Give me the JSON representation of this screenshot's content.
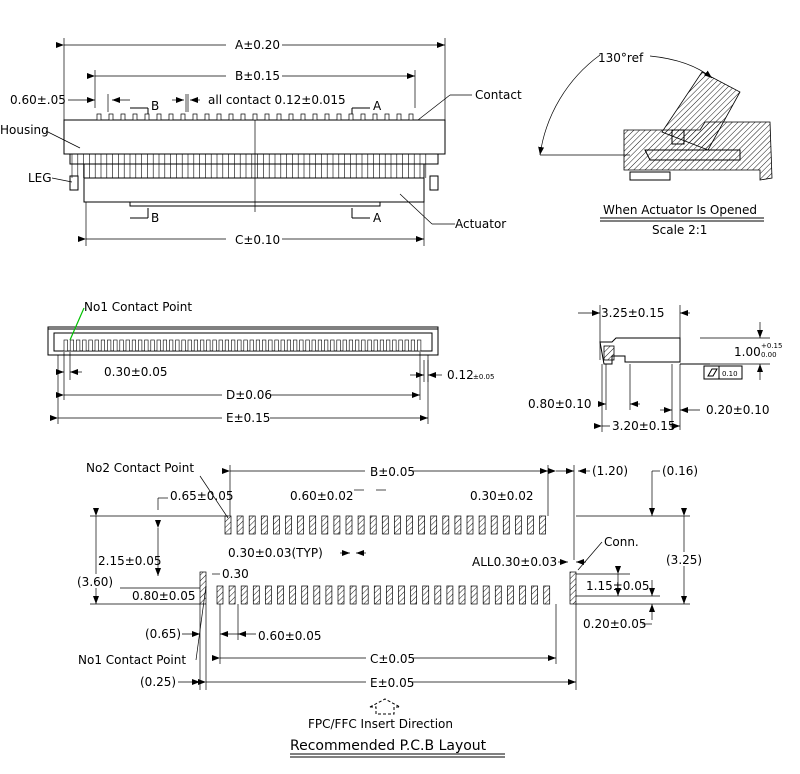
{
  "top": {
    "dim_a": "A±0.20",
    "dim_b": "B±0.15",
    "dim_c": "C±0.10",
    "pitch": "0.60±.05",
    "all_contact": "all contact 0.12±0.015",
    "contact": "Contact",
    "housing": "Housing",
    "leg": "LEG",
    "actuator": "Actuator",
    "sec_a": "A",
    "sec_b": "B"
  },
  "opened": {
    "angle": "130°ref",
    "title": "When Actuator Is Opened",
    "scale": "Scale 2:1"
  },
  "front": {
    "no1": "No1 Contact Point",
    "pitch": "0.30±0.05",
    "dim_d": "D±0.06",
    "dim_e": "E±0.15",
    "thick": "0.12",
    "thick_tol": "±0.05"
  },
  "side": {
    "width_top": "3.25±0.15",
    "height": "1.00",
    "height_tol_up": "+0.15",
    "height_tol_dn": "0.00",
    "flat": "0.10",
    "left": "0.80±0.10",
    "right": "0.20±0.10",
    "bottom": "3.20±0.15"
  },
  "pcb": {
    "no2": "No2 Contact Point",
    "no1": "No1 Contact Point",
    "dim_b": "B±0.05",
    "dim_c": "C±0.05",
    "dim_e": "E±0.05",
    "d120": "(1.20)",
    "d016": "(0.16)",
    "d065top": "0.65±0.05",
    "d060a": "0.60±0.02",
    "d030a": "0.30±0.02",
    "d030typ": "0.30±0.03(TYP)",
    "d215": "2.15±0.05",
    "d030": "0.30",
    "d360": "(3.60)",
    "d080": "0.80±0.05",
    "d065": "(0.65)",
    "d060b": "0.60±0.05",
    "d025": "(0.25)",
    "conn": "Conn.",
    "all030": "ALL0.30±0.03",
    "d325": "(3.25)",
    "d115": "1.15±0.05",
    "d020": "0.20±0.05",
    "insert": "FPC/FFC Insert Direction",
    "title": "Recommended P.C.B Layout"
  },
  "colors": {
    "line": "#000000",
    "leader_no1": "#00c000"
  }
}
